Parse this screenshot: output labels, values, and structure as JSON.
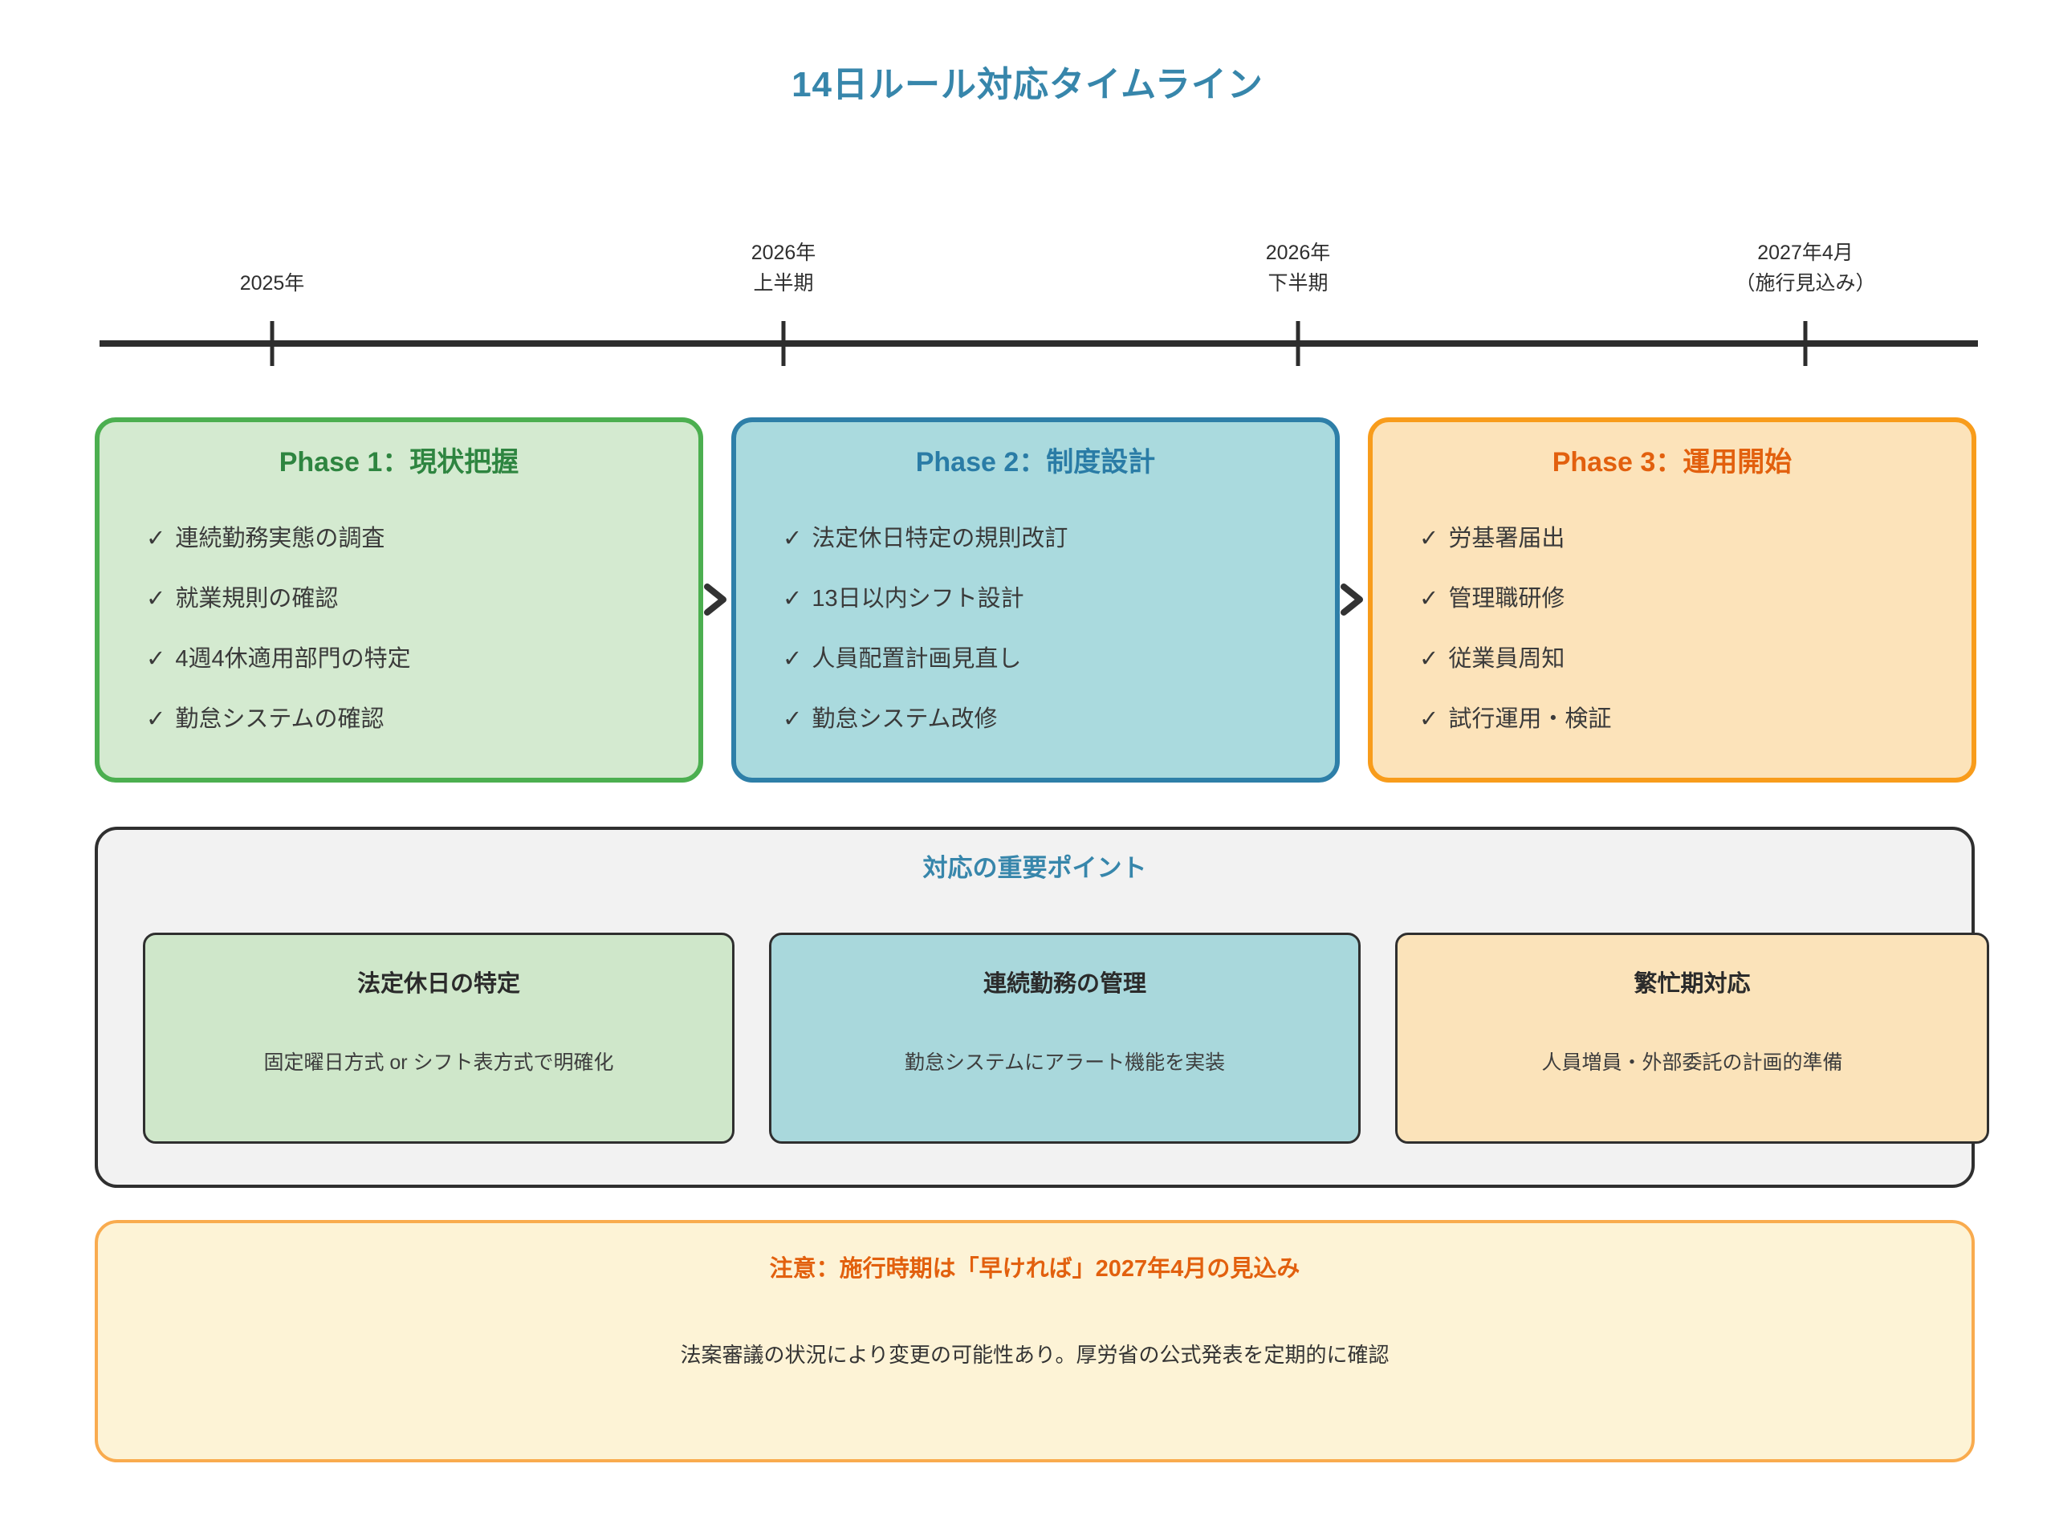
{
  "title": "14日ルール対応タイムライン",
  "glyphs": {
    "check": "✓"
  },
  "timeline": {
    "ticks": [
      {
        "lines": [
          "2025年"
        ]
      },
      {
        "lines": [
          "2026年",
          "上半期"
        ]
      },
      {
        "lines": [
          "2026年",
          "下半期"
        ]
      },
      {
        "lines": [
          "2027年4月",
          "（施行見込み）"
        ]
      }
    ]
  },
  "phases": [
    {
      "title": "Phase 1：現状把握",
      "items": [
        "連続勤務実態の調査",
        "就業規則の確認",
        "4週4休適用部門の特定",
        "勤怠システムの確認"
      ]
    },
    {
      "title": "Phase 2：制度設計",
      "items": [
        "法定休日特定の規則改訂",
        "13日以内シフト設計",
        "人員配置計画見直し",
        "勤怠システム改修"
      ]
    },
    {
      "title": "Phase 3：運用開始",
      "items": [
        "労基署届出",
        "管理職研修",
        "従業員周知",
        "試行運用・検証"
      ]
    }
  ],
  "key_points": {
    "heading": "対応の重要ポイント",
    "boxes": [
      {
        "title": "法定休日の特定",
        "desc": "固定曜日方式 or シフト表方式で明確化"
      },
      {
        "title": "連続勤務の管理",
        "desc": "勤怠システムにアラート機能を実装"
      },
      {
        "title": "繁忙期対応",
        "desc": "人員増員・外部委託の計画的準備"
      }
    ]
  },
  "note": {
    "title": "注意：施行時期は「早ければ」2027年4月の見込み",
    "body": "法案審議の状況により変更の可能性あり。厚労省の公式発表を定期的に確認"
  },
  "colors": {
    "title-blue": "#3786ab",
    "dark-line": "#2d2d2d",
    "text-dark": "#3a3a3a",
    "p1-border": "#4caf50",
    "p1-bg": "#d4ead0",
    "p1-title": "#2e8540",
    "p2-border": "#2e7fa8",
    "p2-bg": "#aadade",
    "p2-title": "#2a7ca6",
    "p3-border": "#f89c1b",
    "p3-bg": "#fce3ba",
    "p3-title": "#e2600e",
    "kp-bg": "#f2f2f2",
    "kp-border": "#2f2f2f",
    "kp-green": "#cfe7ca",
    "kp-teal": "#a9d8dc",
    "kp-orange": "#fbe3ba",
    "note-bg": "#fdf3d6",
    "note-border": "#f9ab4e",
    "note-accent": "#e2600e"
  }
}
